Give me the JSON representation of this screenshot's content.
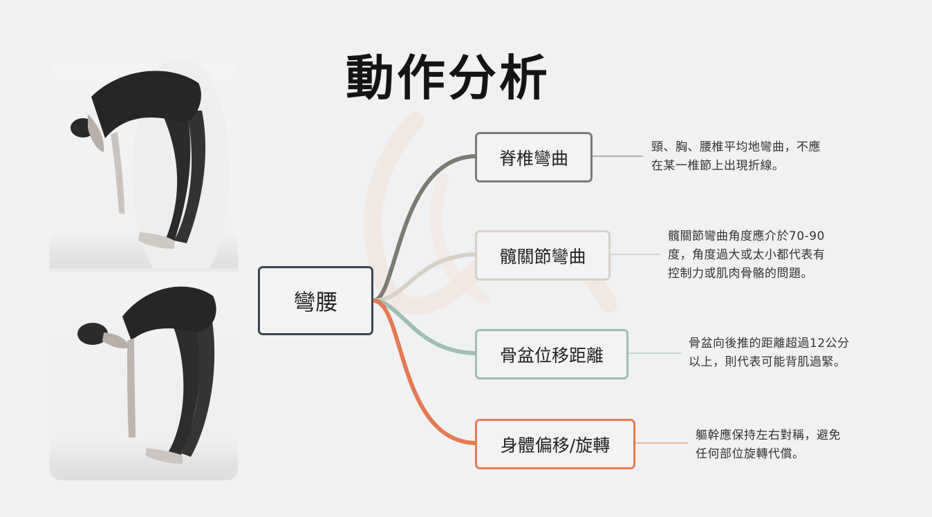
{
  "title": "動作分析",
  "root": {
    "label": "彎腰"
  },
  "branches": [
    {
      "label": "脊椎彎曲",
      "color": "#7b7a73",
      "desc": [
        "頸、胸、腰椎平均地彎曲，不應",
        "在某一椎節上出現折線。"
      ]
    },
    {
      "label": "髖關節彎曲",
      "color": "#d6d2c8",
      "desc": [
        "髖關節彎曲角度應介於70-90",
        "度，角度過大或太小都代表有",
        "控制力或肌肉骨骼的問題。"
      ]
    },
    {
      "label": "骨盆位移距離",
      "color": "#9fbfb0",
      "desc": [
        "骨盆向後推的距離超過12公分",
        "以上，則代表可能背肌過緊。"
      ]
    },
    {
      "label": "身體偏移/旋轉",
      "color": "#e37a52",
      "desc": [
        "軀幹應保持左右對稱，避免",
        "任何部位旋轉代償。"
      ]
    }
  ],
  "images": [
    {
      "name": "forward-bend-photo-front"
    },
    {
      "name": "forward-bend-photo-back"
    }
  ]
}
